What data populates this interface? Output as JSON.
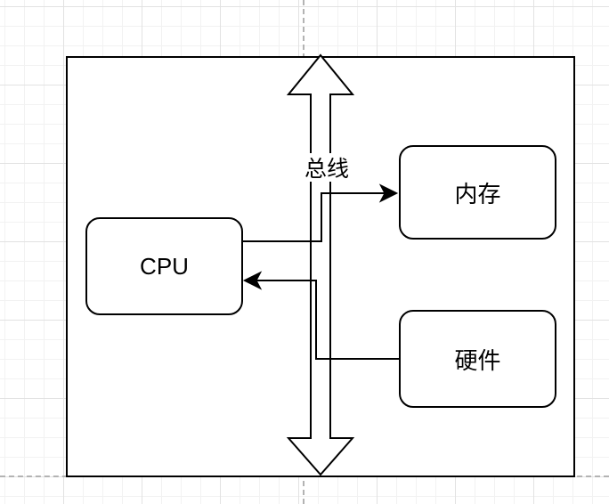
{
  "diagram": {
    "bus_label": "总线",
    "nodes": [
      {
        "id": "cpu",
        "label": "CPU"
      },
      {
        "id": "memory",
        "label": "内存"
      },
      {
        "id": "hardware",
        "label": "硬件"
      }
    ],
    "edges": [
      {
        "from": "cpu",
        "to": "memory",
        "arrow": "right"
      },
      {
        "from": "hardware",
        "to": "cpu",
        "arrow": "left"
      }
    ],
    "colors": {
      "stroke": "#000000",
      "node_fill": "#ffffff",
      "background": "#ffffff",
      "grid_minor": "#f2f2f2",
      "grid_major": "#e2e2e2",
      "page_boundary": "#b3b3b3"
    }
  }
}
